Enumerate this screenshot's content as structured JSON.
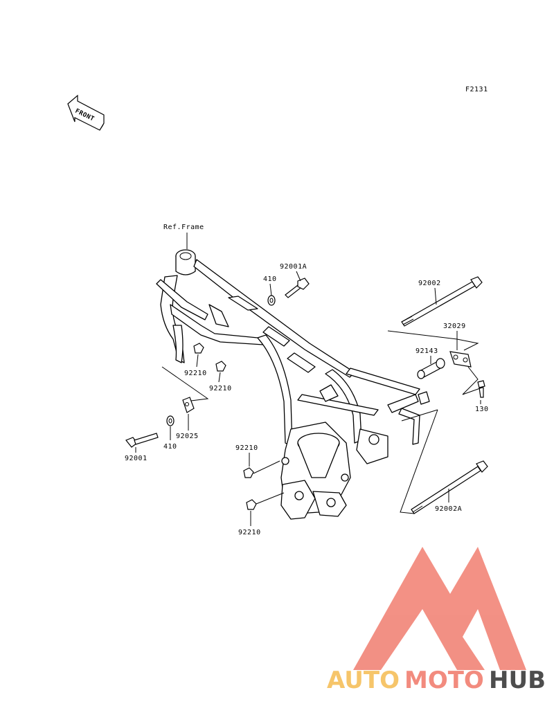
{
  "diagram": {
    "code": "F2131",
    "front_label": "FRONT",
    "ref_label": "Ref.Frame",
    "parts": {
      "p92001A": "92001A",
      "p410_top": "410",
      "p92002": "92002",
      "p32029": "32029",
      "p92143": "92143",
      "p130": "130",
      "p92210_a": "92210",
      "p92210_b": "92210",
      "p92025": "92025",
      "p410_left": "410",
      "p92001": "92001",
      "p92210_c": "92210",
      "p92210_d": "92210",
      "p92002A": "92002A"
    }
  },
  "watermark": {
    "word1": "AUTO",
    "word2": "MOTO",
    "word3": "HUB",
    "color1": "#f6c56a",
    "color2": "#f28b7e",
    "color3": "#4d4d4d",
    "logo_color": "#f28b7e"
  }
}
